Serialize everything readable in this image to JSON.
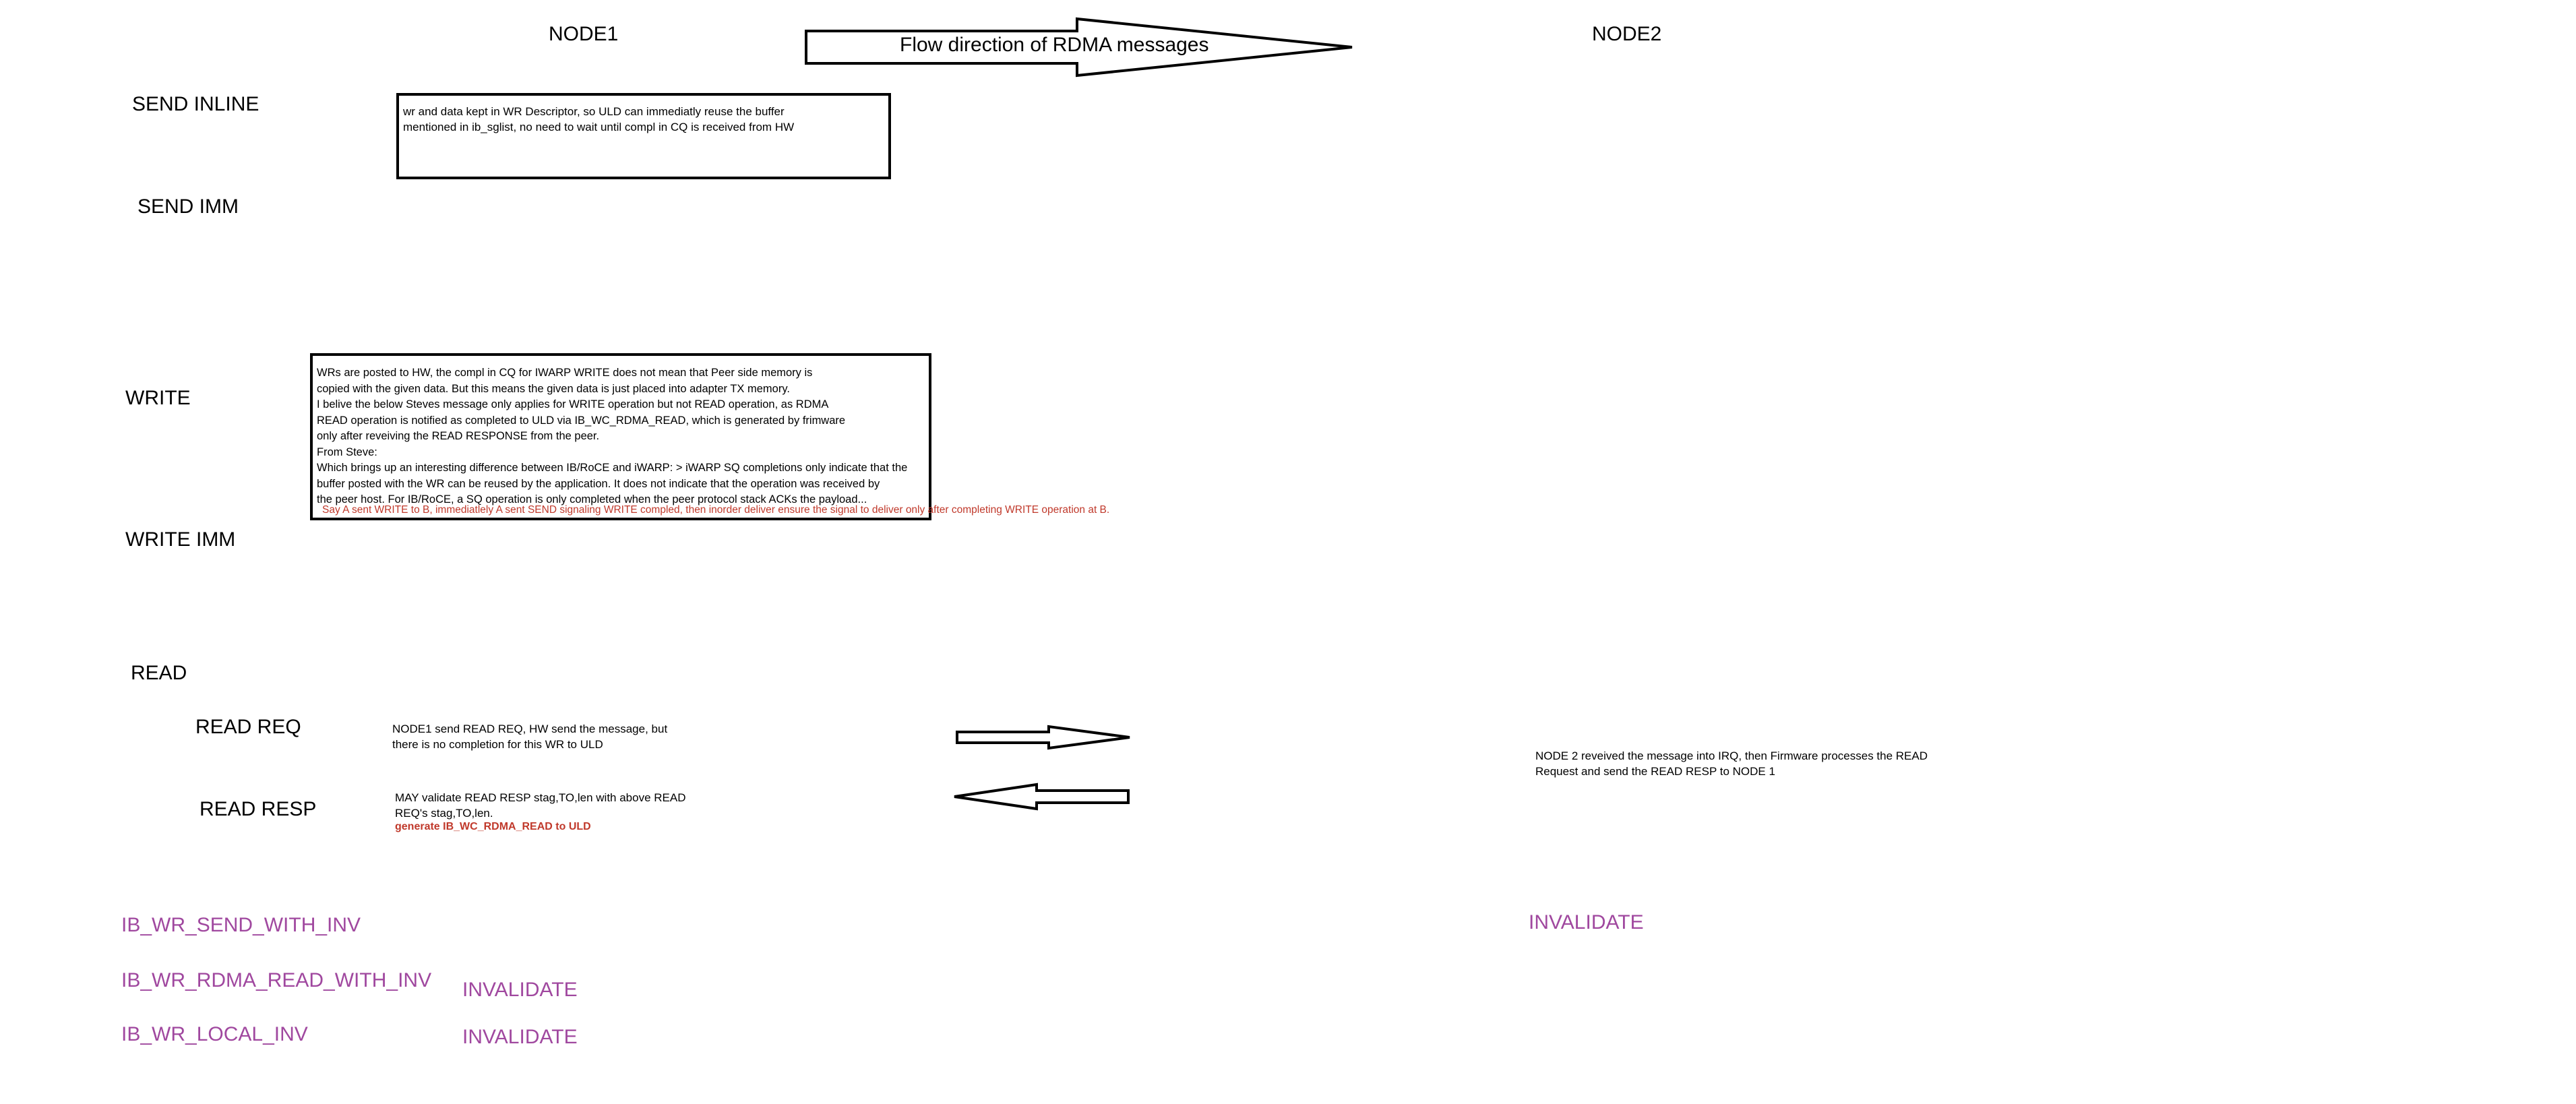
{
  "header": {
    "node1": "NODE1",
    "node2": "NODE2",
    "flow_label": "Flow direction of RDMA messages"
  },
  "rows": {
    "send_inline": "SEND INLINE",
    "send_imm": "SEND IMM",
    "write": "WRITE",
    "write_imm": "WRITE IMM",
    "read": "READ",
    "read_req": "READ REQ",
    "read_resp": "READ RESP"
  },
  "notes": {
    "send_inline_box": "wr and data kept in WR Descriptor, so ULD can immediatly reuse the buffer\nmentioned in ib_sglist, no need to wait until compl in CQ is received from HW",
    "write_box": "WRs are posted to HW, the compl in CQ for IWARP   WRITE does not mean that Peer side memory is\ncopied with the given data. But this means the given data is just placed into adapter TX memory.\nI belive the below Steves message only applies for WRITE operation but not READ operation, as RDMA\nREAD operation is notified as completed to ULD via IB_WC_RDMA_READ, which is generated by frimware\nonly after reveiving the READ RESPONSE from the peer.\nFrom Steve:\n Which brings up an interesting difference between IB/RoCE and iWARP: > iWARP SQ completions only indicate that the\nbuffer posted with the WR  can be reused by the application.  It does not indicate that the  operation was received by\nthe peer host.  For IB/RoCE, a SQ operation is only completed when the peer protocol stack ACKs the payload...",
    "write_red": "Say A sent WRITE to B, immediatlely A sent SEND signaling WRITE compled, then inorder deliver ensure the signal to deliver only after completing WRITE operation at B.",
    "read_req_node1": "NODE1 send READ REQ, HW send the message, but\nthere is no completion for this WR to ULD",
    "read_req_node2": "NODE 2 reveived the message into IRQ, then Firmware processes the READ\nRequest and send the READ RESP to NODE 1",
    "read_resp_node1": "MAY validate READ RESP stag,TO,len with above READ\nREQ's  stag,TO,len.",
    "read_resp_red": "generate IB_WC_RDMA_READ to ULD"
  },
  "bottom": {
    "send_with_inv": "IB_WR_SEND_WITH_INV",
    "rdma_read_with_inv": "IB_WR_RDMA_READ_WITH_INV",
    "local_inv": "IB_WR_LOCAL_INV",
    "invalidate_node2": "INVALIDATE",
    "invalidate_read": "INVALIDATE",
    "invalidate_local": "INVALIDATE"
  },
  "colors": {
    "purple": "#a0489f",
    "red": "#c0392b"
  }
}
